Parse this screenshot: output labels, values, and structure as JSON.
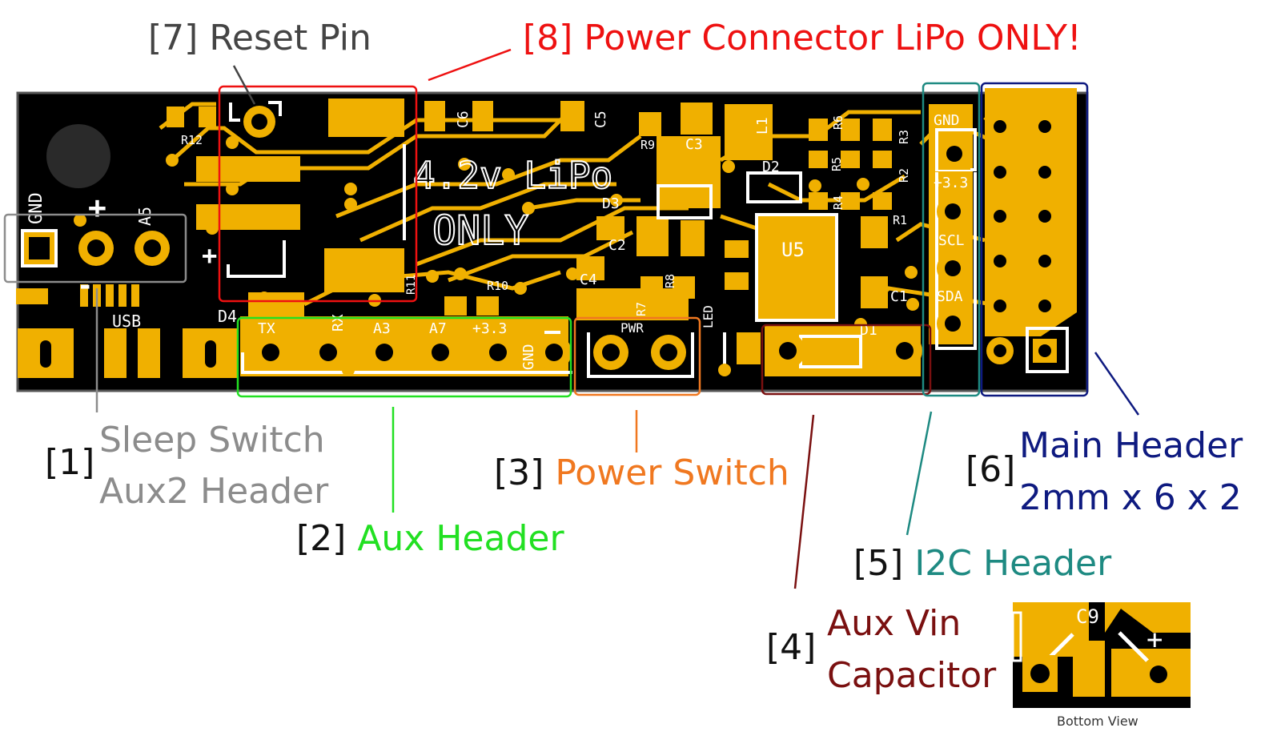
{
  "board": {
    "silkscreen": {
      "gnd_left": "GND",
      "plus_top": "+",
      "a5": "A5",
      "plus_mid": "+",
      "minus": "-",
      "usb": "USB",
      "r12": "R12",
      "c6": "C6",
      "c5": "C5",
      "lipo_line1": "4.2v LiPo",
      "lipo_line2": "ONLY",
      "r9": "R9",
      "c3": "C3",
      "l1": "L1",
      "r6": "R6",
      "d2": "D2",
      "r5": "R5",
      "r3": "R3",
      "r2": "R2",
      "r4": "R4",
      "r1": "R1",
      "d3": "D3",
      "c2": "C2",
      "u5": "U5",
      "c4": "C4",
      "r8": "R8",
      "r7": "R7",
      "led": "LED",
      "r10": "R10",
      "r11": "R11",
      "d4": "D4",
      "c1": "C1",
      "d1": "D1",
      "tx": "TX",
      "rx": "RX",
      "a3": "A3",
      "a7": "A7",
      "v33": "+3.3",
      "gnd_aux": "GND",
      "pwr": "PWR",
      "i2c_gnd": "GND",
      "i2c_33": "+3.3",
      "scl": "SCL",
      "sda": "SDA"
    }
  },
  "callouts": [
    {
      "id": 1,
      "number": "[1]",
      "line1": "Sleep Switch",
      "line2": "Aux2 Header",
      "color": "#8c8c8c"
    },
    {
      "id": 2,
      "number": "[2]",
      "line1": "Aux Header",
      "color": "#22e022"
    },
    {
      "id": 3,
      "number": "[3]",
      "line1": "Power Switch",
      "color": "#f07820"
    },
    {
      "id": 4,
      "number": "[4]",
      "line1": "Aux Vin",
      "line2": "Capacitor",
      "color": "#7a1010"
    },
    {
      "id": 5,
      "number": "[5]",
      "line1": "I2C Header",
      "color": "#1e8a82"
    },
    {
      "id": 6,
      "number": "[6]",
      "line1": "Main Header",
      "line2": "2mm x 6 x 2",
      "color": "#0e1a80"
    },
    {
      "id": 7,
      "number": "[7]",
      "line1": "Reset Pin",
      "color": "#444444"
    },
    {
      "id": 8,
      "number": "[8]",
      "line1": "Power Connector LiPo ONLY!",
      "color": "#ee1111"
    }
  ],
  "inset": {
    "c9": "C9",
    "plus": "+",
    "caption": "Bottom View"
  }
}
